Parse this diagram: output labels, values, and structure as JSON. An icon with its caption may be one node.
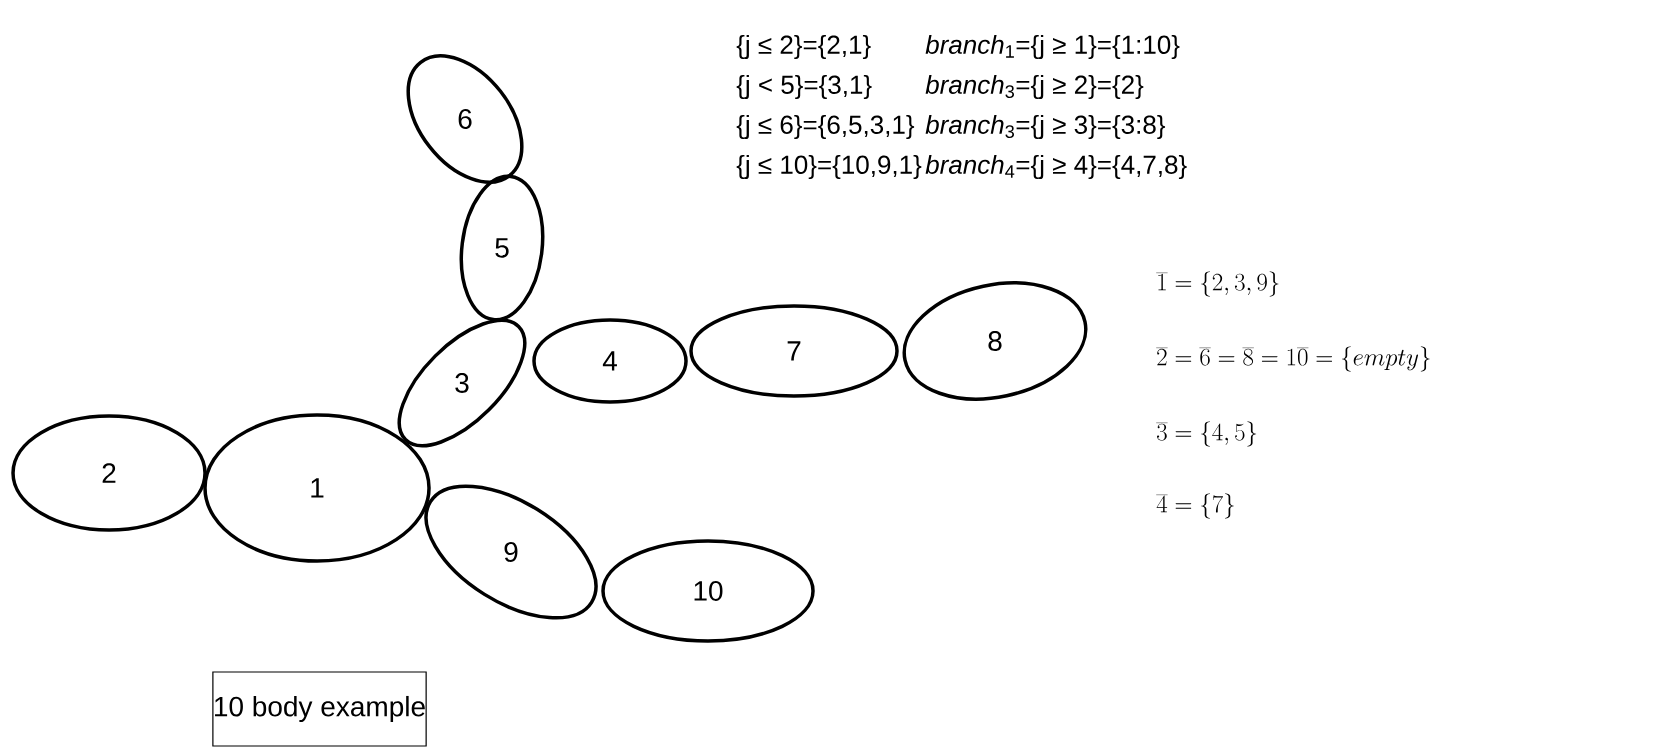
{
  "diagram": {
    "nodes": [
      {
        "text": [
          "1"
        ]
      },
      {
        "text": [
          "2"
        ]
      },
      {
        "text": [
          "3"
        ]
      },
      {
        "text": [
          "4"
        ]
      },
      {
        "text": [
          "5"
        ]
      },
      {
        "text": [
          "6"
        ]
      },
      {
        "text": [
          "7"
        ]
      },
      {
        "text": [
          "8"
        ]
      },
      {
        "text": [
          "9"
        ]
      },
      {
        "text": [
          "10"
        ]
      },
      {
        "text": [
          "10 body example"
        ]
      }
    ],
    "labels": [
      "{j ≤ 2}={2,1}",
      "*branch*$_{1}$={j ≥ 1}={1:10}",
      "{j < 5}={3,1}",
      "*branch*$_{3}$={j ≥ 2}={2}",
      "{j ≤ 6}={6,5,3,1}",
      "*branch*$_{3}$={j ≥ 3}={3:8}",
      "{j ≤ 10}={10,9,1}",
      "*branch*$_{4}$={j ≥ 4}={4,7,8}",
      "\\overline{1}=\\{2,3,9\\}",
      "\\overline{2}=\\overline{6}=\\overline{8}=1\\overline{0}=\\{empty\\}",
      "\\overline{3}=\\{4,5\\}",
      "\\overline{4}=\\{7\\}"
    ]
  }
}
